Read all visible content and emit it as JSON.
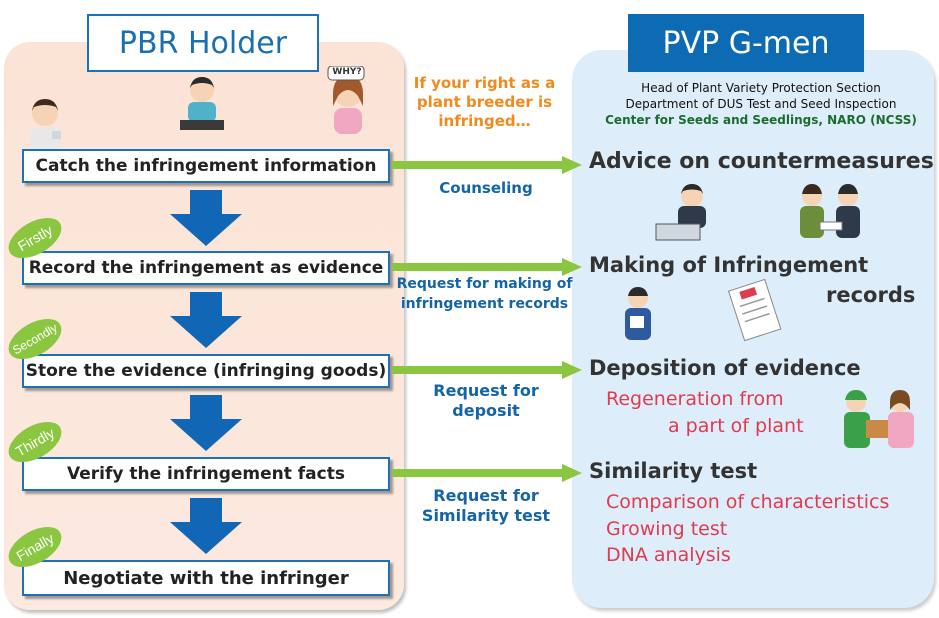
{
  "left_panel": {
    "title": "PBR Holder",
    "why_text": "If your right as a plant breeder is infringed…",
    "why_bubble": "WHY?",
    "steps": [
      {
        "label": "Catch the infringement information"
      },
      {
        "label": "Record the infringement as evidence",
        "badge": "Firstly"
      },
      {
        "label": "Store the evidence (infringing goods)",
        "badge": "Secondly"
      },
      {
        "label": "Verify the infringement facts",
        "badge": "Thirdly"
      },
      {
        "label": "Negotiate with the infringer",
        "badge": "Finally"
      }
    ]
  },
  "requests": [
    {
      "line1": "Counseling",
      "line2": ""
    },
    {
      "line1": "Request for making of",
      "line2": "infringement records"
    },
    {
      "line1": "Request for",
      "line2": "deposit"
    },
    {
      "line1": "Request for",
      "line2": "Similarity test"
    }
  ],
  "right_panel": {
    "title": "PVP G-men",
    "org_line1": "Head of Plant Variety Protection Section",
    "org_line2": "Department of DUS Test and Seed Inspection",
    "org_line3": "Center for Seeds and Seedlings, NARO (NCSS)",
    "services": [
      {
        "heading": "Advice on countermeasures"
      },
      {
        "heading": "Making of Infringement",
        "heading2": "records"
      },
      {
        "heading": "Deposition of evidence",
        "details": [
          "Regeneration from",
          "a part of plant"
        ]
      },
      {
        "heading": "Similarity test",
        "details": [
          "Comparison of characteristics",
          "Growing test",
          "DNA analysis"
        ]
      }
    ]
  },
  "colors": {
    "arrow_blue": "#1167b5",
    "arrow_green": "#8ac640",
    "badge_green": "#8ac640",
    "red_text": "#e03a4e",
    "orange_text": "#f08a1c"
  }
}
